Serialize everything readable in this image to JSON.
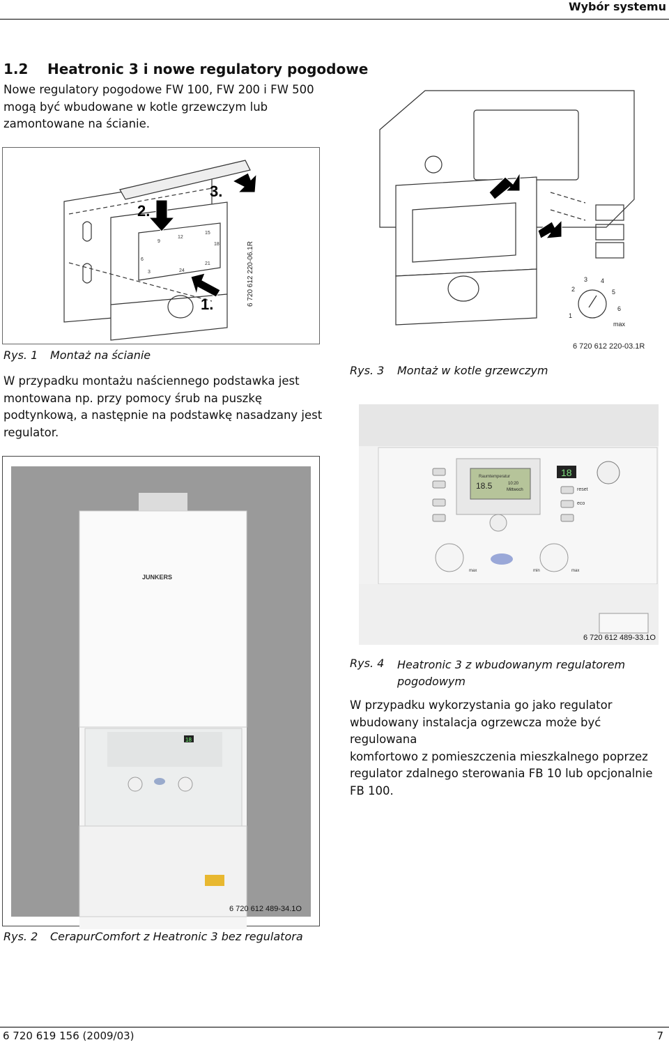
{
  "header": {
    "title": "Wybór systemu"
  },
  "section": {
    "number": "1.2",
    "title": "Heatronic 3 i nowe regulatory pogodowe"
  },
  "intro": [
    "Nowe regulatory pogodowe FW 100, FW 200 i FW 500",
    "mogą być wbudowane w kotle grzewczym lub",
    "zamontowane na ścianie."
  ],
  "fig1": {
    "label": "Rys. 1",
    "caption": "Montaż na ścianie",
    "code": "6 720 612 220-06.1R",
    "steps": [
      "1.",
      "2.",
      "3."
    ],
    "dial_labels": [
      "12",
      "15",
      "18",
      "21",
      "24",
      "3",
      "6",
      "9"
    ]
  },
  "para_wall": [
    "W przypadku montażu naściennego podstawka jest",
    "montowana np. przy pomocy śrub na puszkę",
    "podtynkową, a następnie na podstawkę nasadzany jest",
    "regulator."
  ],
  "fig3": {
    "label": "Rys. 3",
    "caption": "Montaż w kotle grzewczym",
    "code": "6 720 612 220-03.1R",
    "knob_labels": [
      "1",
      "2",
      "3",
      "4",
      "5",
      "6",
      "max"
    ]
  },
  "fig2": {
    "label": "Rys. 2",
    "caption": "CerapurComfort z Heatronic 3 bez regulatora",
    "code": "6 720 612 489-34.1O",
    "brand": "JUNKERS",
    "display": "18"
  },
  "fig4": {
    "label": "Rys. 4",
    "caption_lines": [
      "Heatronic 3 z wbudowanym regulatorem",
      "pogodowym"
    ],
    "code": "6 720 612 489-33.1O",
    "screen_title": "Raumtemperatur",
    "screen_temp": "18.5",
    "screen_time": "10:20",
    "screen_day": "Mittwoch",
    "display": "18",
    "btn_reset": "reset",
    "btn_eco": "eco",
    "knob_min": "min",
    "knob_max": "max"
  },
  "para_builtin": [
    "W przypadku wykorzystania go jako regulator",
    "wbudowany instalacja ogrzewcza może być regulowana",
    "komfortowo z pomieszczenia mieszkalnego poprzez",
    "regulator zdalnego sterowania FB 10 lub opcjonalnie",
    "FB 100."
  ],
  "footer": {
    "doc_number": "6 720 619 156 (2009/03)",
    "page": "7"
  }
}
